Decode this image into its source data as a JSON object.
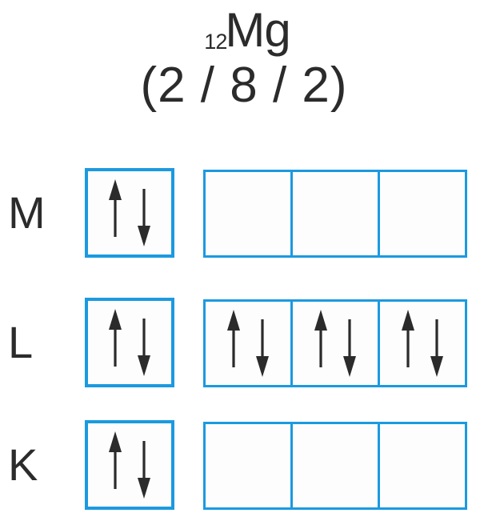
{
  "title": {
    "atomic_number": "12",
    "symbol": "Mg",
    "configuration": "(2 / 8 / 2)"
  },
  "colors": {
    "orbital_border": "#1b9ae0",
    "arrow": "#2b2b2b",
    "text": "#2b2b2b",
    "background": "#ffffff"
  },
  "legend": {
    "spin_up_icon": "arrow-up-icon",
    "spin_down_icon": "arrow-down-icon"
  },
  "shells": [
    {
      "label": "M",
      "s_orbital": {
        "filled": true,
        "electrons": 2
      },
      "p_orbitals": [
        {
          "filled": false,
          "electrons": 0
        },
        {
          "filled": false,
          "electrons": 0
        },
        {
          "filled": false,
          "electrons": 0
        }
      ]
    },
    {
      "label": "L",
      "s_orbital": {
        "filled": true,
        "electrons": 2
      },
      "p_orbitals": [
        {
          "filled": true,
          "electrons": 2
        },
        {
          "filled": true,
          "electrons": 2
        },
        {
          "filled": true,
          "electrons": 2
        }
      ]
    },
    {
      "label": "K",
      "s_orbital": {
        "filled": true,
        "electrons": 2
      },
      "p_orbitals": [
        {
          "filled": false,
          "electrons": 0
        },
        {
          "filled": false,
          "electrons": 0
        },
        {
          "filled": false,
          "electrons": 0
        }
      ]
    }
  ]
}
